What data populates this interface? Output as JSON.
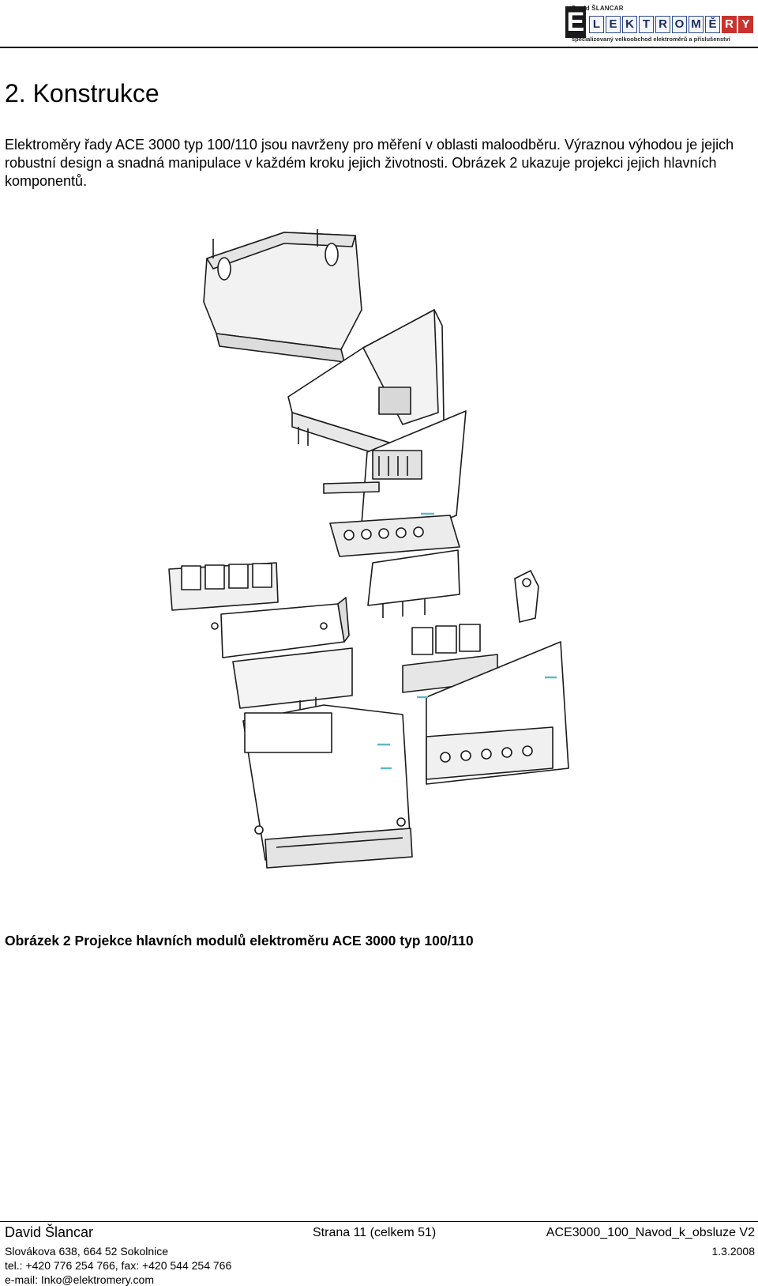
{
  "logo": {
    "owner": "David ŠLANCAR",
    "initial": "E",
    "letters": [
      "L",
      "E",
      "K",
      "T",
      "R",
      "O",
      "M",
      "Ě",
      "R",
      "Y"
    ],
    "tagline": "specializovaný velkoobchod elektroměrů a příslušenství",
    "highlight_color": "#c9332d",
    "frame_color": "#2c4b8a"
  },
  "section_title": "2. Konstrukce",
  "intro_text": "Elektroměry řady ACE 3000 typ 100/110 jsou navrženy pro měření v oblasti maloodběru. Výraznou výhodou je jejich robustní design a snadná manipulace v každém kroku jejich životnosti. Obrázek 2 ukazuje projekci jejich hlavních komponentů.",
  "figure": {
    "caption": "Obrázek 2 Projekce hlavních modulů elektroměru ACE 3000 typ 100/110"
  },
  "footer": {
    "name": "David Šlancar",
    "page": "Strana 11 (celkem 51)",
    "doc_id": "ACE3000_100_Navod_k_obsluze V2",
    "address": "Slovákova 638, 664 52 Sokolnice",
    "date": "1.3.2008",
    "phone": "tel.: +420 776 254 766, fax: +420 544 254 766",
    "email": "e-mail: Inko@elektromery.com"
  }
}
